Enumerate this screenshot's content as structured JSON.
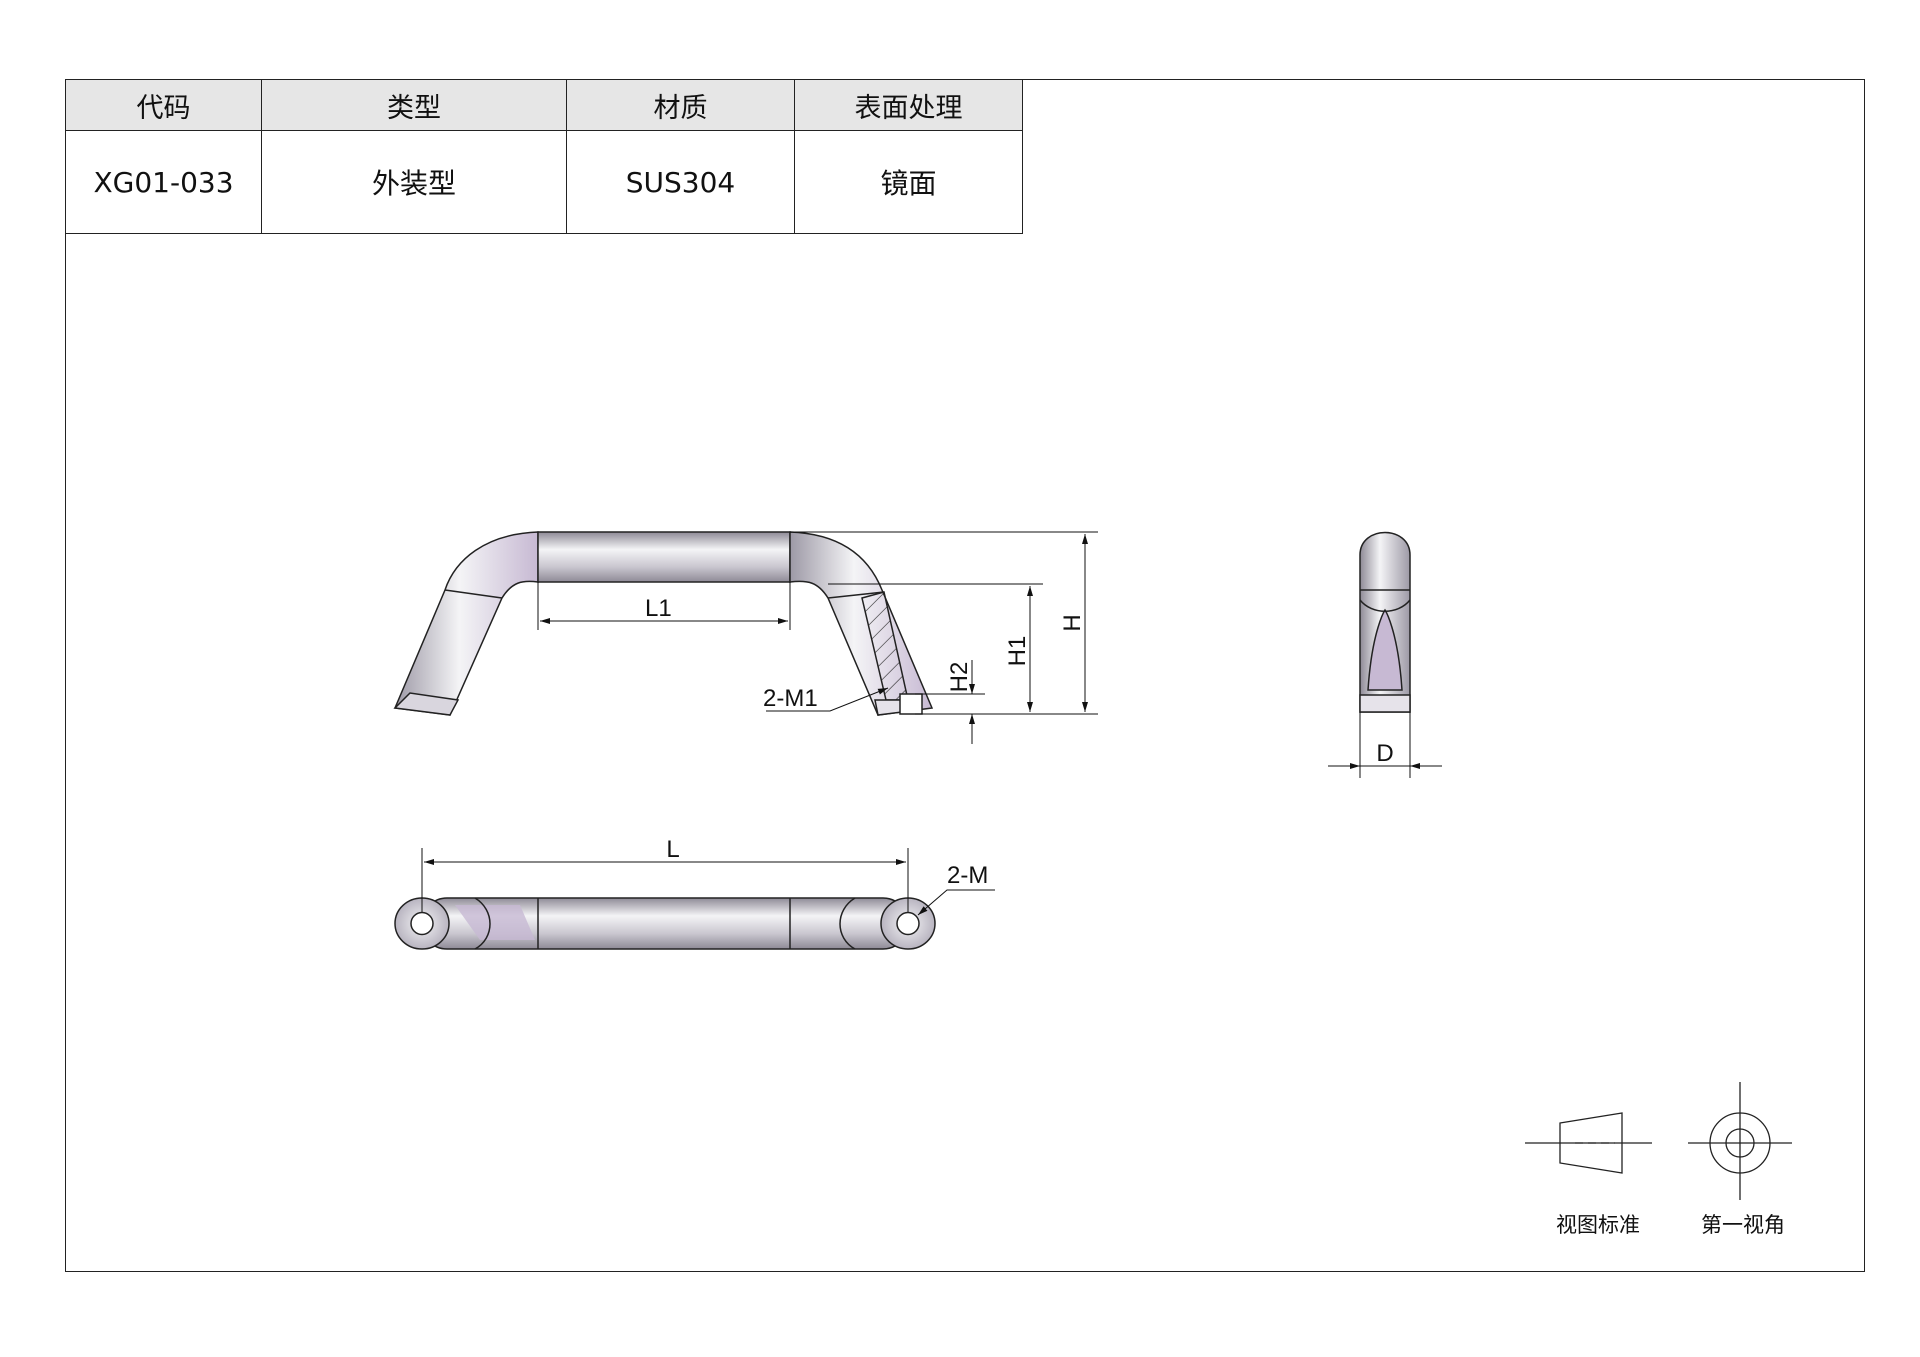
{
  "table": {
    "headers": [
      "代码",
      "类型",
      "材质",
      "表面处理"
    ],
    "row": [
      "XG01-033",
      "外装型",
      "SUS304",
      "镜面"
    ]
  },
  "dimensions": {
    "L1": "L1",
    "H": "H",
    "H1": "H1",
    "H2": "H2",
    "M1": "2-M1",
    "D": "D",
    "L": "L",
    "M": "2-M"
  },
  "legend": {
    "view_standard": "视图标准",
    "first_angle": "第一视角"
  },
  "colors": {
    "line": "#222222",
    "header_bg": "#e6e6e6",
    "metal_light": "#f4f4f6",
    "metal_mid": "#c9c6cf",
    "metal_dark": "#8e8a96",
    "metal_tint": "#c7b9d3"
  }
}
